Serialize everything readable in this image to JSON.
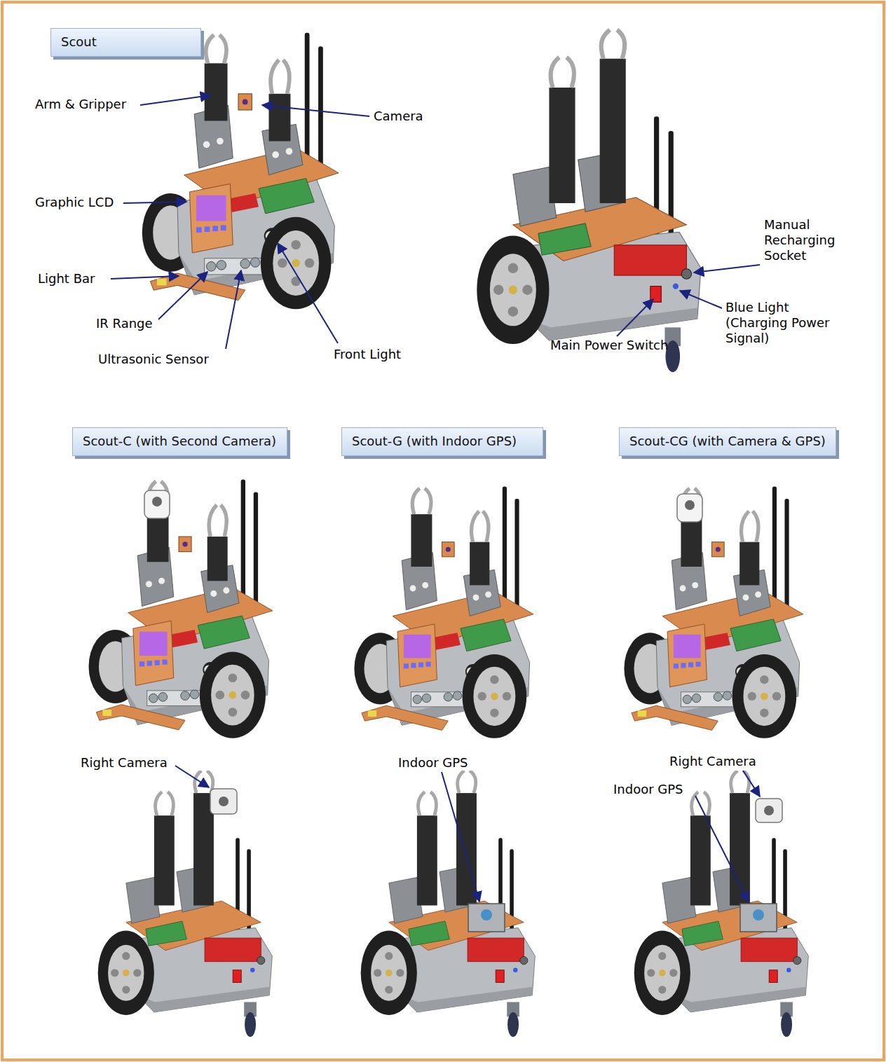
{
  "diagram": {
    "nodes": [
      {
        "text": [
          "Scout"
        ]
      },
      {
        "text": [
          "Scout-C (with Second Camera)"
        ]
      },
      {
        "text": [
          "Scout-G (with Indoor GPS)"
        ]
      },
      {
        "text": [
          "Scout-CG (with Camera & GPS)"
        ]
      }
    ],
    "labels": [
      "Arm & Gripper",
      "Camera",
      "Graphic LCD",
      "Light Bar",
      "IR Range",
      "Ultrasonic Sensor",
      "Front Light",
      "Manual Recharging Socket",
      "Blue Light (Charging Power Signal)",
      "Main Power Switch",
      "Right Camera",
      "Indoor GPS",
      "Right Camera",
      "Indoor GPS"
    ]
  }
}
